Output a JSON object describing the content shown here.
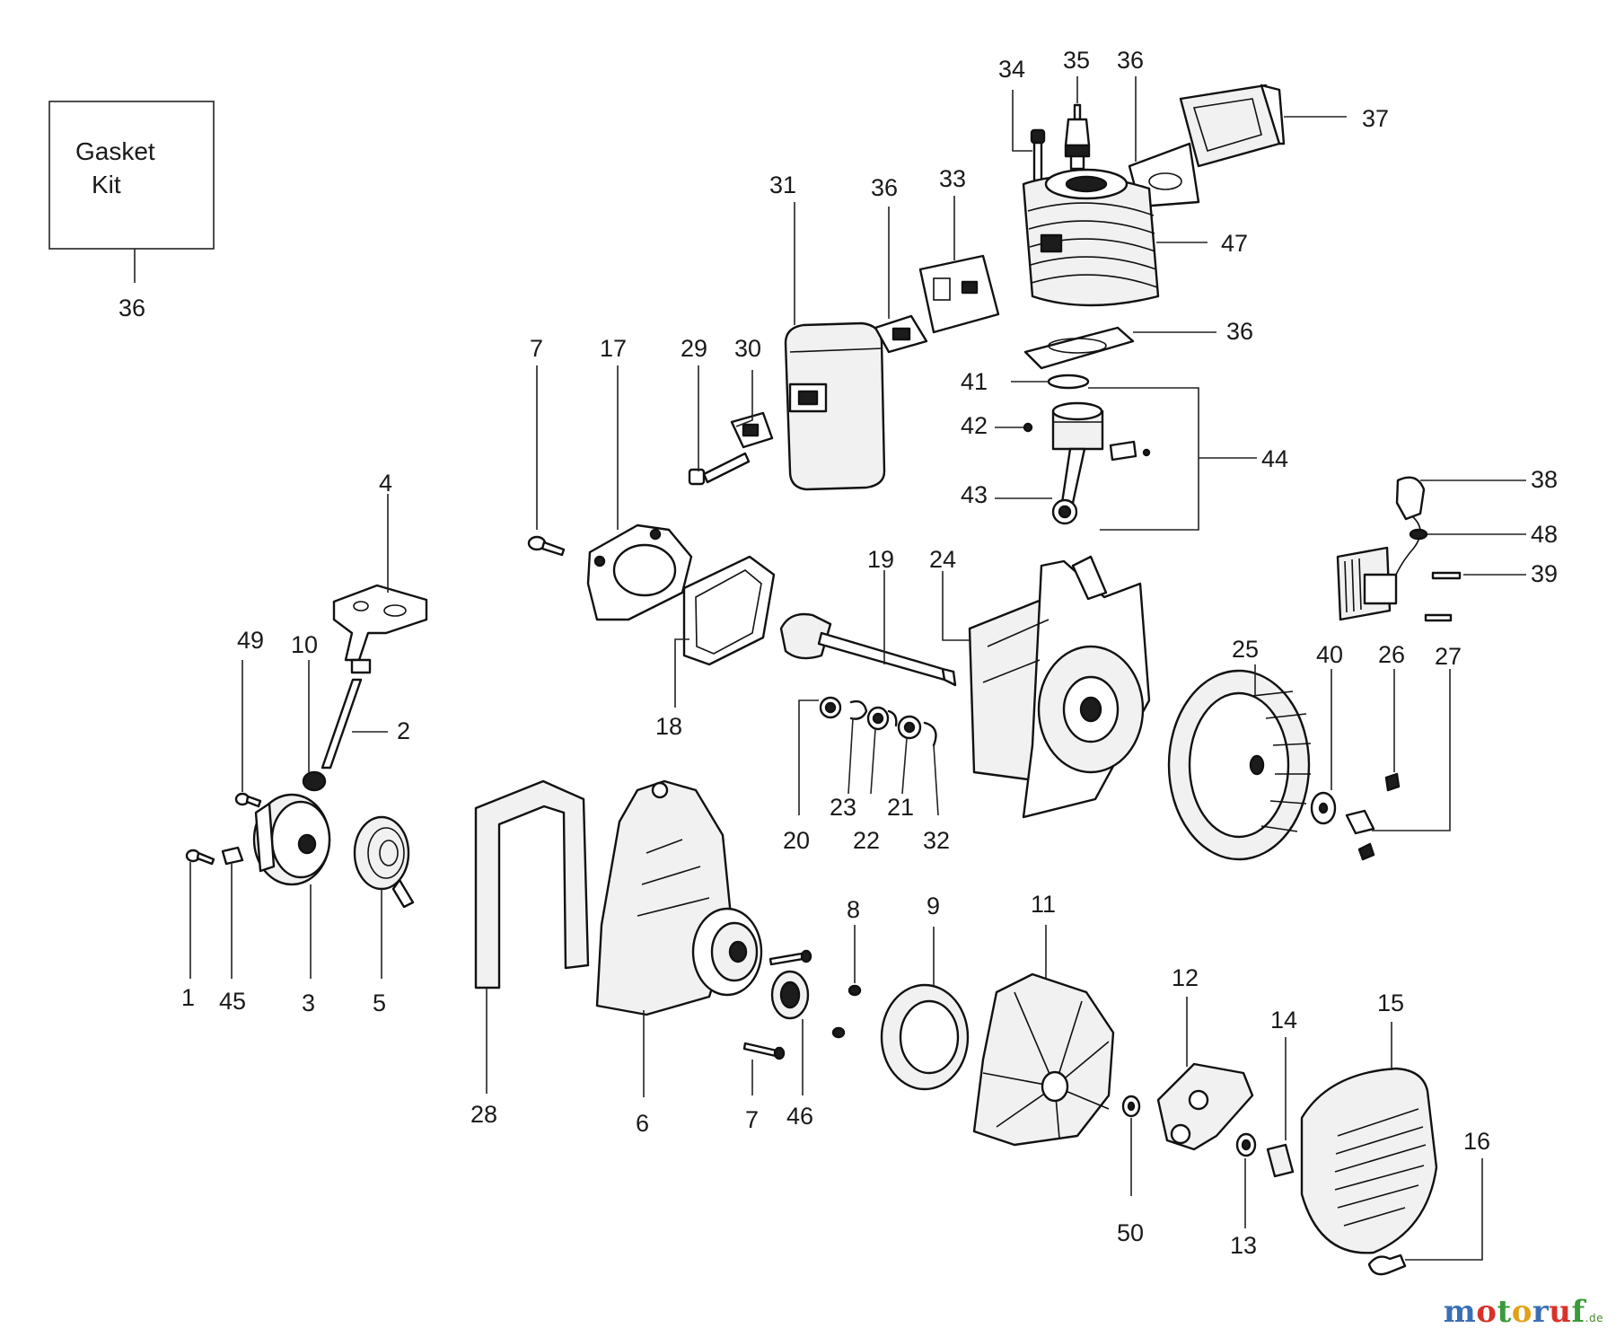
{
  "kit_box": {
    "line1": "Gasket",
    "line2": "Kit",
    "number": "36"
  },
  "labels": [
    "34",
    "35",
    "36",
    "37",
    "31",
    "36",
    "33",
    "47",
    "36",
    "7",
    "17",
    "29",
    "30",
    "41",
    "42",
    "43",
    "44",
    "38",
    "48",
    "39",
    "4",
    "49",
    "10",
    "2",
    "19",
    "24",
    "18",
    "25",
    "40",
    "26",
    "27",
    "20",
    "23",
    "22",
    "21",
    "32",
    "1",
    "45",
    "3",
    "5",
    "28",
    "6",
    "8",
    "9",
    "11",
    "7",
    "46",
    "12",
    "14",
    "15",
    "50",
    "13",
    "16"
  ],
  "watermark": {
    "text": "motoruf",
    "tld": ".de",
    "colors": [
      "#3a6fb5",
      "#d9322a",
      "#3a9a3a",
      "#e0a21a",
      "#3a6fb5",
      "#d9322a",
      "#3a9a3a"
    ]
  }
}
